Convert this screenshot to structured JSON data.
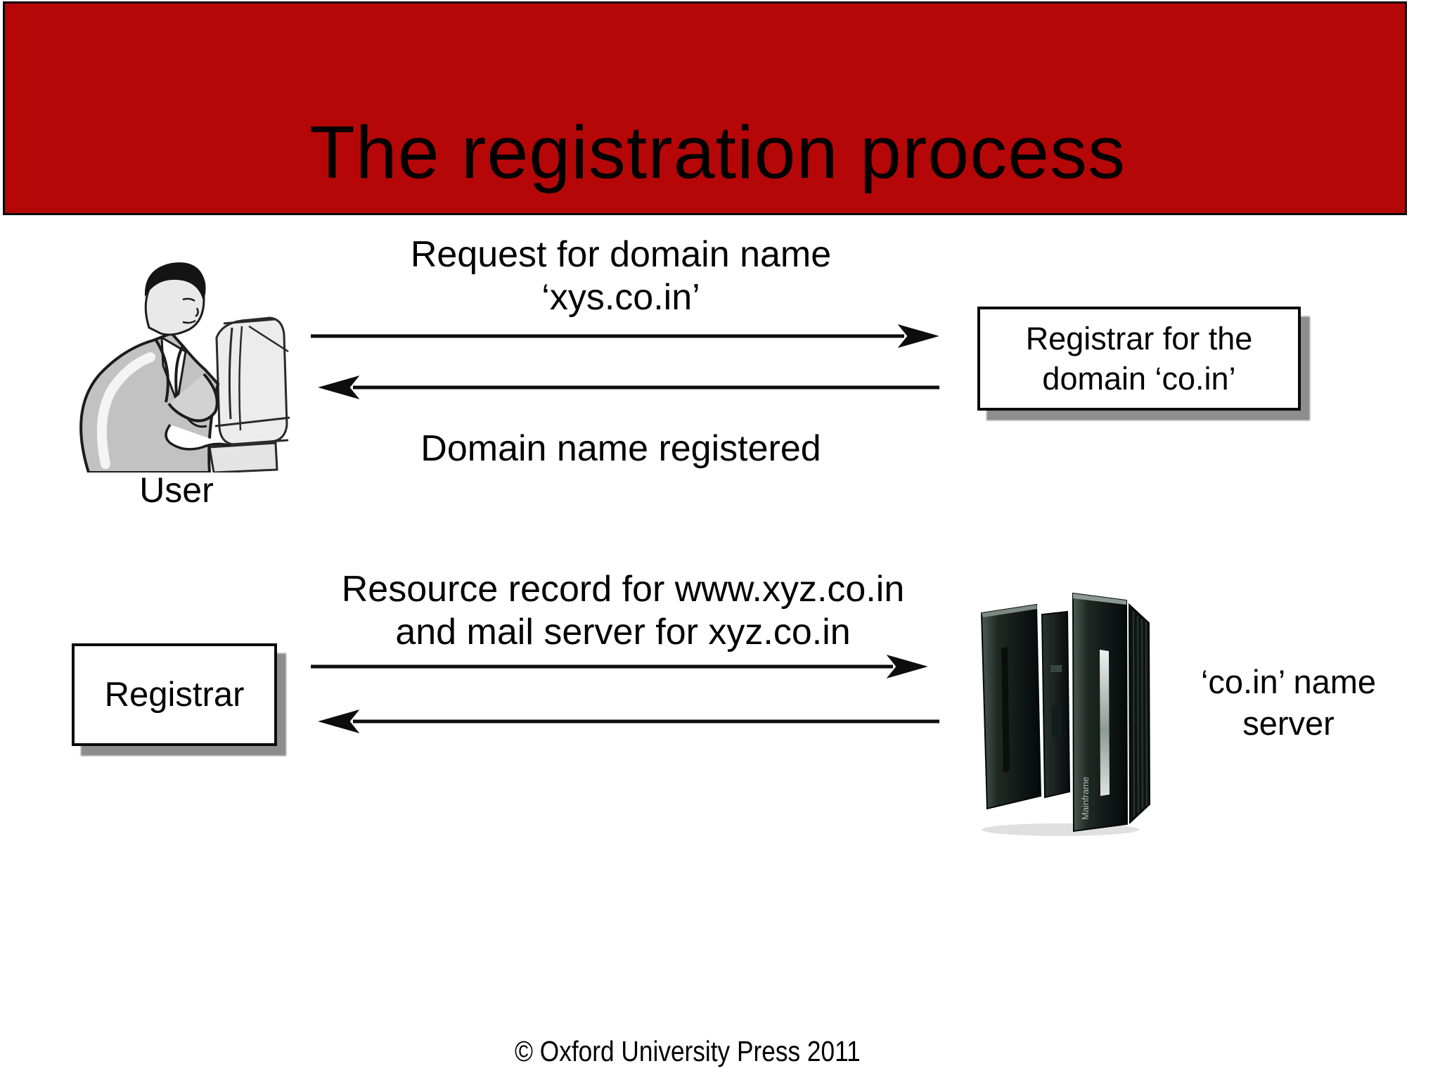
{
  "slide": {
    "title": "The registration process",
    "footer": "© Oxford University Press 2011"
  },
  "colors": {
    "banner_red": "#b50707",
    "box_shadow_gray": "#8d8d8d",
    "ink_black": "#0d0d0d"
  },
  "top_flow": {
    "request_line1": "Request for domain name",
    "request_line2": "‘xys.co.in’",
    "response_label": "Domain name registered",
    "actor_label": "User",
    "registrar_box_line1": "Registrar for the",
    "registrar_box_line2": "domain ‘co.in’"
  },
  "bottom_flow": {
    "request_line1": "Resource record for www.xyz.co.in",
    "request_line2": "and mail server for xyz.co.in",
    "registrar_box_label": "Registrar",
    "server_label_line1": "‘co.in’ name",
    "server_label_line2": "server",
    "server_panel_text": "Mainframe"
  }
}
